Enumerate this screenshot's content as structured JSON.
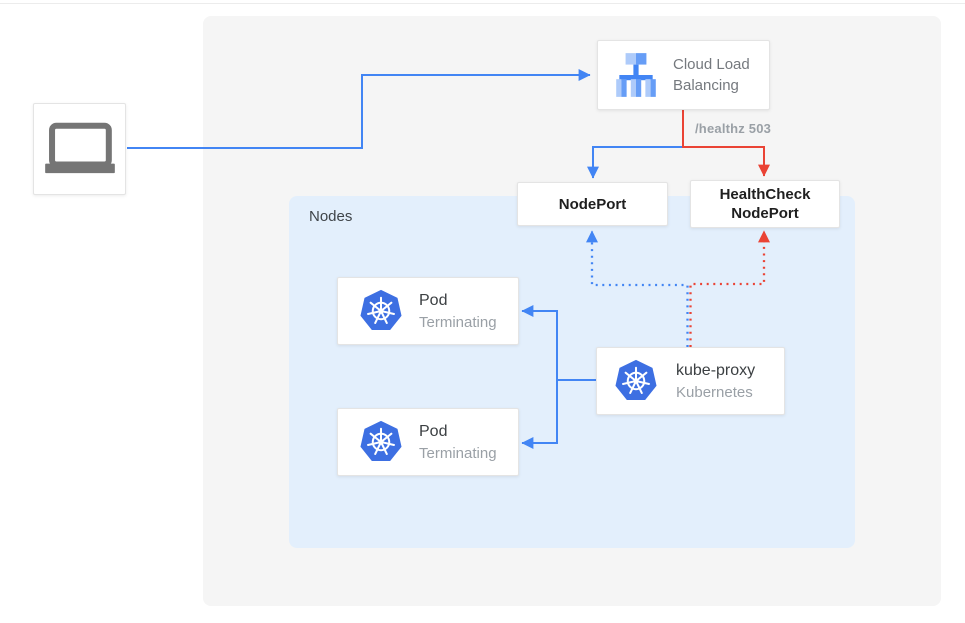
{
  "healthz_label": "/healthz 503",
  "nodes_panel": {
    "label": "Nodes"
  },
  "client": {
    "icon": "laptop-icon"
  },
  "cloud_load_balancing": {
    "label": "Cloud Load Balancing",
    "icon": "load-balancer-icon"
  },
  "nodeport": {
    "label": "NodePort"
  },
  "healthcheck_nodeport": {
    "label": "HealthCheck NodePort"
  },
  "pods": [
    {
      "title": "Pod",
      "status": "Terminating",
      "icon": "kubernetes-icon"
    },
    {
      "title": "Pod",
      "status": "Terminating",
      "icon": "kubernetes-icon"
    }
  ],
  "kube_proxy": {
    "title": "kube-proxy",
    "subtitle": "Kubernetes",
    "icon": "kubernetes-icon"
  },
  "colors": {
    "flow_blue": "#4285f4",
    "flow_red": "#ea4335",
    "background_panel": "#f5f5f5",
    "nodes_panel_blue": "#e3effc",
    "kubernetes_blue": "#3d6fe2",
    "gcp_icon_light_blue": "#aecbfa",
    "gcp_icon_mid_blue": "#669df6",
    "laptop_gray": "#757575"
  }
}
